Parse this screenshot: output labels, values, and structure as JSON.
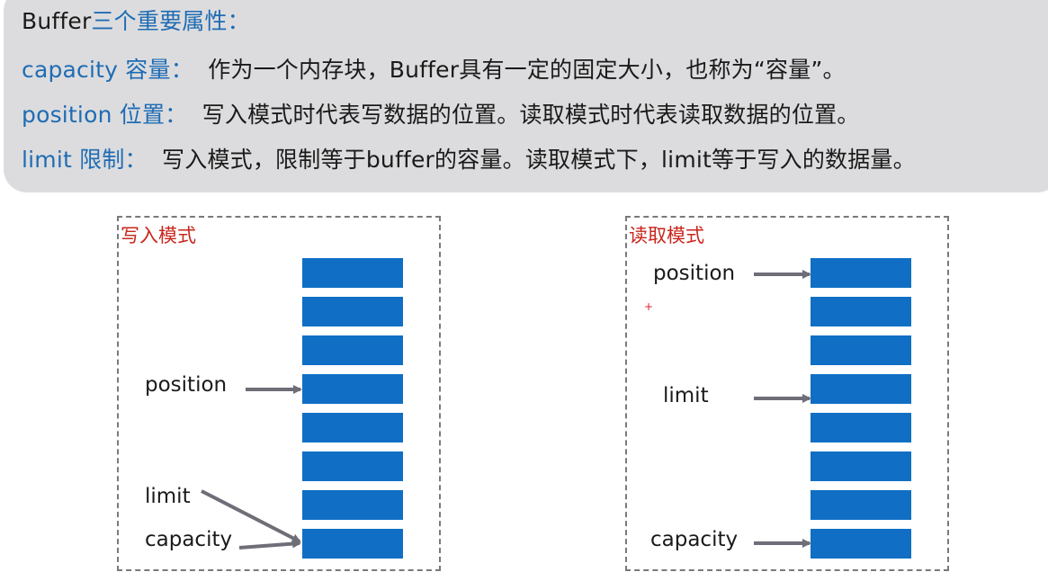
{
  "header": {
    "line1": {
      "term": "Buffer",
      "rest": "三个重要属性："
    },
    "line2": {
      "term": "capacity 容量：",
      "desc": "作为一个内存块，Buffer具有一定的固定大小，也称为“容量”。"
    },
    "line3": {
      "term": "position 位置：",
      "desc": "写入模式时代表写数据的位置。读取模式时代表读取数据的位置。"
    },
    "line4": {
      "term": "limit 限制：",
      "desc": "写入模式，限制等于buffer的容量。读取模式下，limit等于写入的数据量。"
    }
  },
  "write_panel": {
    "title": "写入模式",
    "labels": {
      "position": "position",
      "limit": "limit",
      "capacity": "capacity"
    },
    "cell_count": 8
  },
  "read_panel": {
    "title": "读取模式",
    "labels": {
      "position": "position",
      "limit": "limit",
      "capacity": "capacity"
    },
    "cell_count": 8
  },
  "colors": {
    "cell": "#106fc4",
    "accent_text": "#1f6cb4",
    "panel_title": "#c8261d",
    "arrow": "#6e6e78",
    "box_bg": "#dcdcde"
  }
}
